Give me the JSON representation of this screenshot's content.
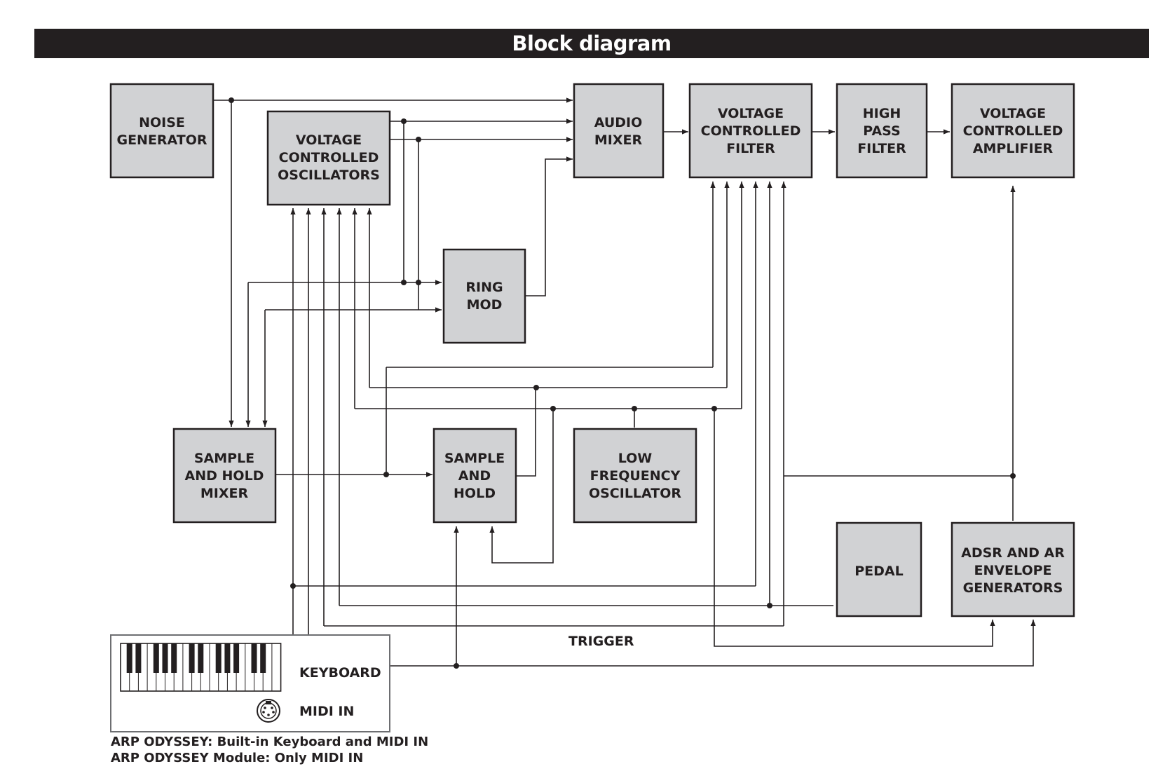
{
  "header": {
    "title": "Block diagram"
  },
  "blocks": {
    "noise_generator": [
      "NOISE",
      "GENERATOR"
    ],
    "vco": [
      "VOLTAGE",
      "CONTROLLED",
      "OSCILLATORS"
    ],
    "audio_mixer": [
      "AUDIO",
      "MIXER"
    ],
    "vcf": [
      "VOLTAGE",
      "CONTROLLED",
      "FILTER"
    ],
    "hpf": [
      "HIGH",
      "PASS",
      "FILTER"
    ],
    "vca": [
      "VOLTAGE",
      "CONTROLLED",
      "AMPLIFIER"
    ],
    "ring_mod": [
      "RING",
      "MOD"
    ],
    "sh_mixer": [
      "SAMPLE",
      "AND HOLD",
      "MIXER"
    ],
    "sample_hold": [
      "SAMPLE",
      "AND",
      "HOLD"
    ],
    "lfo": [
      "LOW",
      "FREQUENCY",
      "OSCILLATOR"
    ],
    "pedal": [
      "PEDAL"
    ],
    "envelopes": [
      "ADSR AND AR",
      "ENVELOPE",
      "GENERATORS"
    ]
  },
  "labels": {
    "trigger": "TRIGGER",
    "keyboard": "KEYBOARD",
    "midi_in": "MIDI IN"
  },
  "footer": {
    "line1": "ARP ODYSSEY: Built-in Keyboard and MIDI IN",
    "line2": "ARP ODYSSEY Module: Only MIDI IN"
  }
}
